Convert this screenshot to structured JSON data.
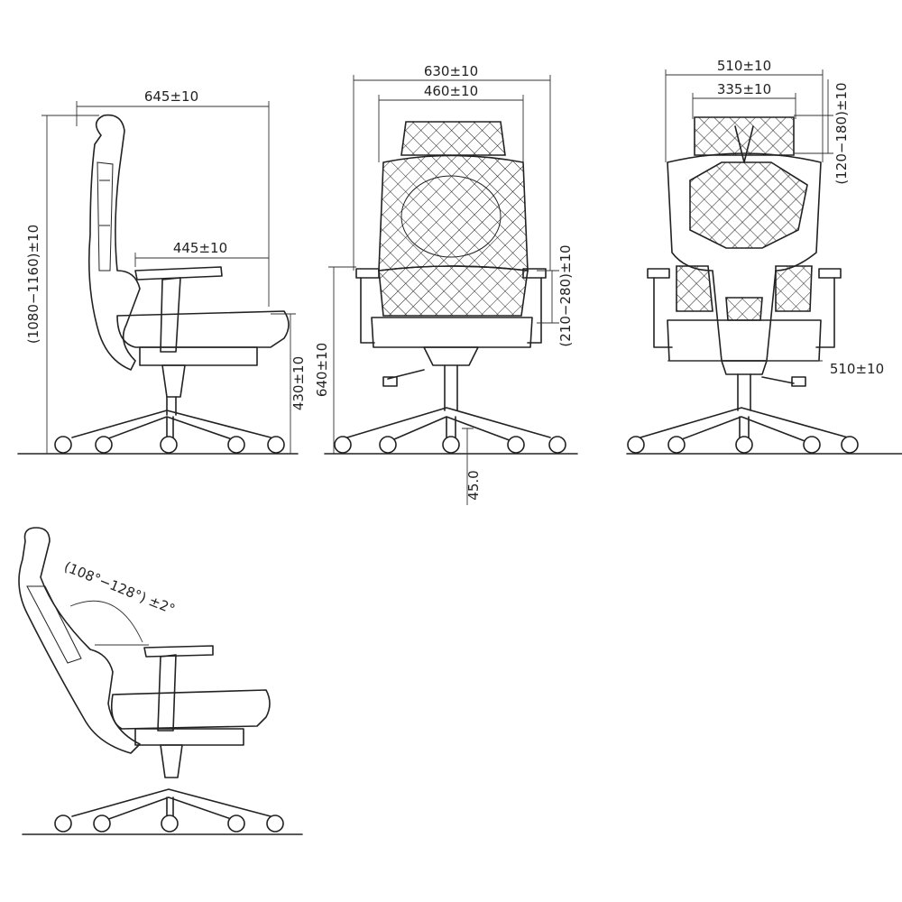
{
  "title": "Ergonomic office chair dimension drawing",
  "side_view": {
    "overall_depth": "645±10",
    "armrest_depth": "445±10",
    "overall_height": "(1080−1160)±10",
    "seat_height": "430±10"
  },
  "front_view": {
    "overall_width": "630±10",
    "back_width": "460±10",
    "armrest_height_range": "(210−280)±10",
    "armrest_height": "640±10",
    "gas_lift_stroke": "45.0"
  },
  "rear_view": {
    "back_width": "510±10",
    "headrest_width": "335±10",
    "headrest_height_range": "(120−180)±10",
    "seat_width": "510±10"
  },
  "recline_view": {
    "recline_angle": "(108°−128°) ±2°"
  }
}
